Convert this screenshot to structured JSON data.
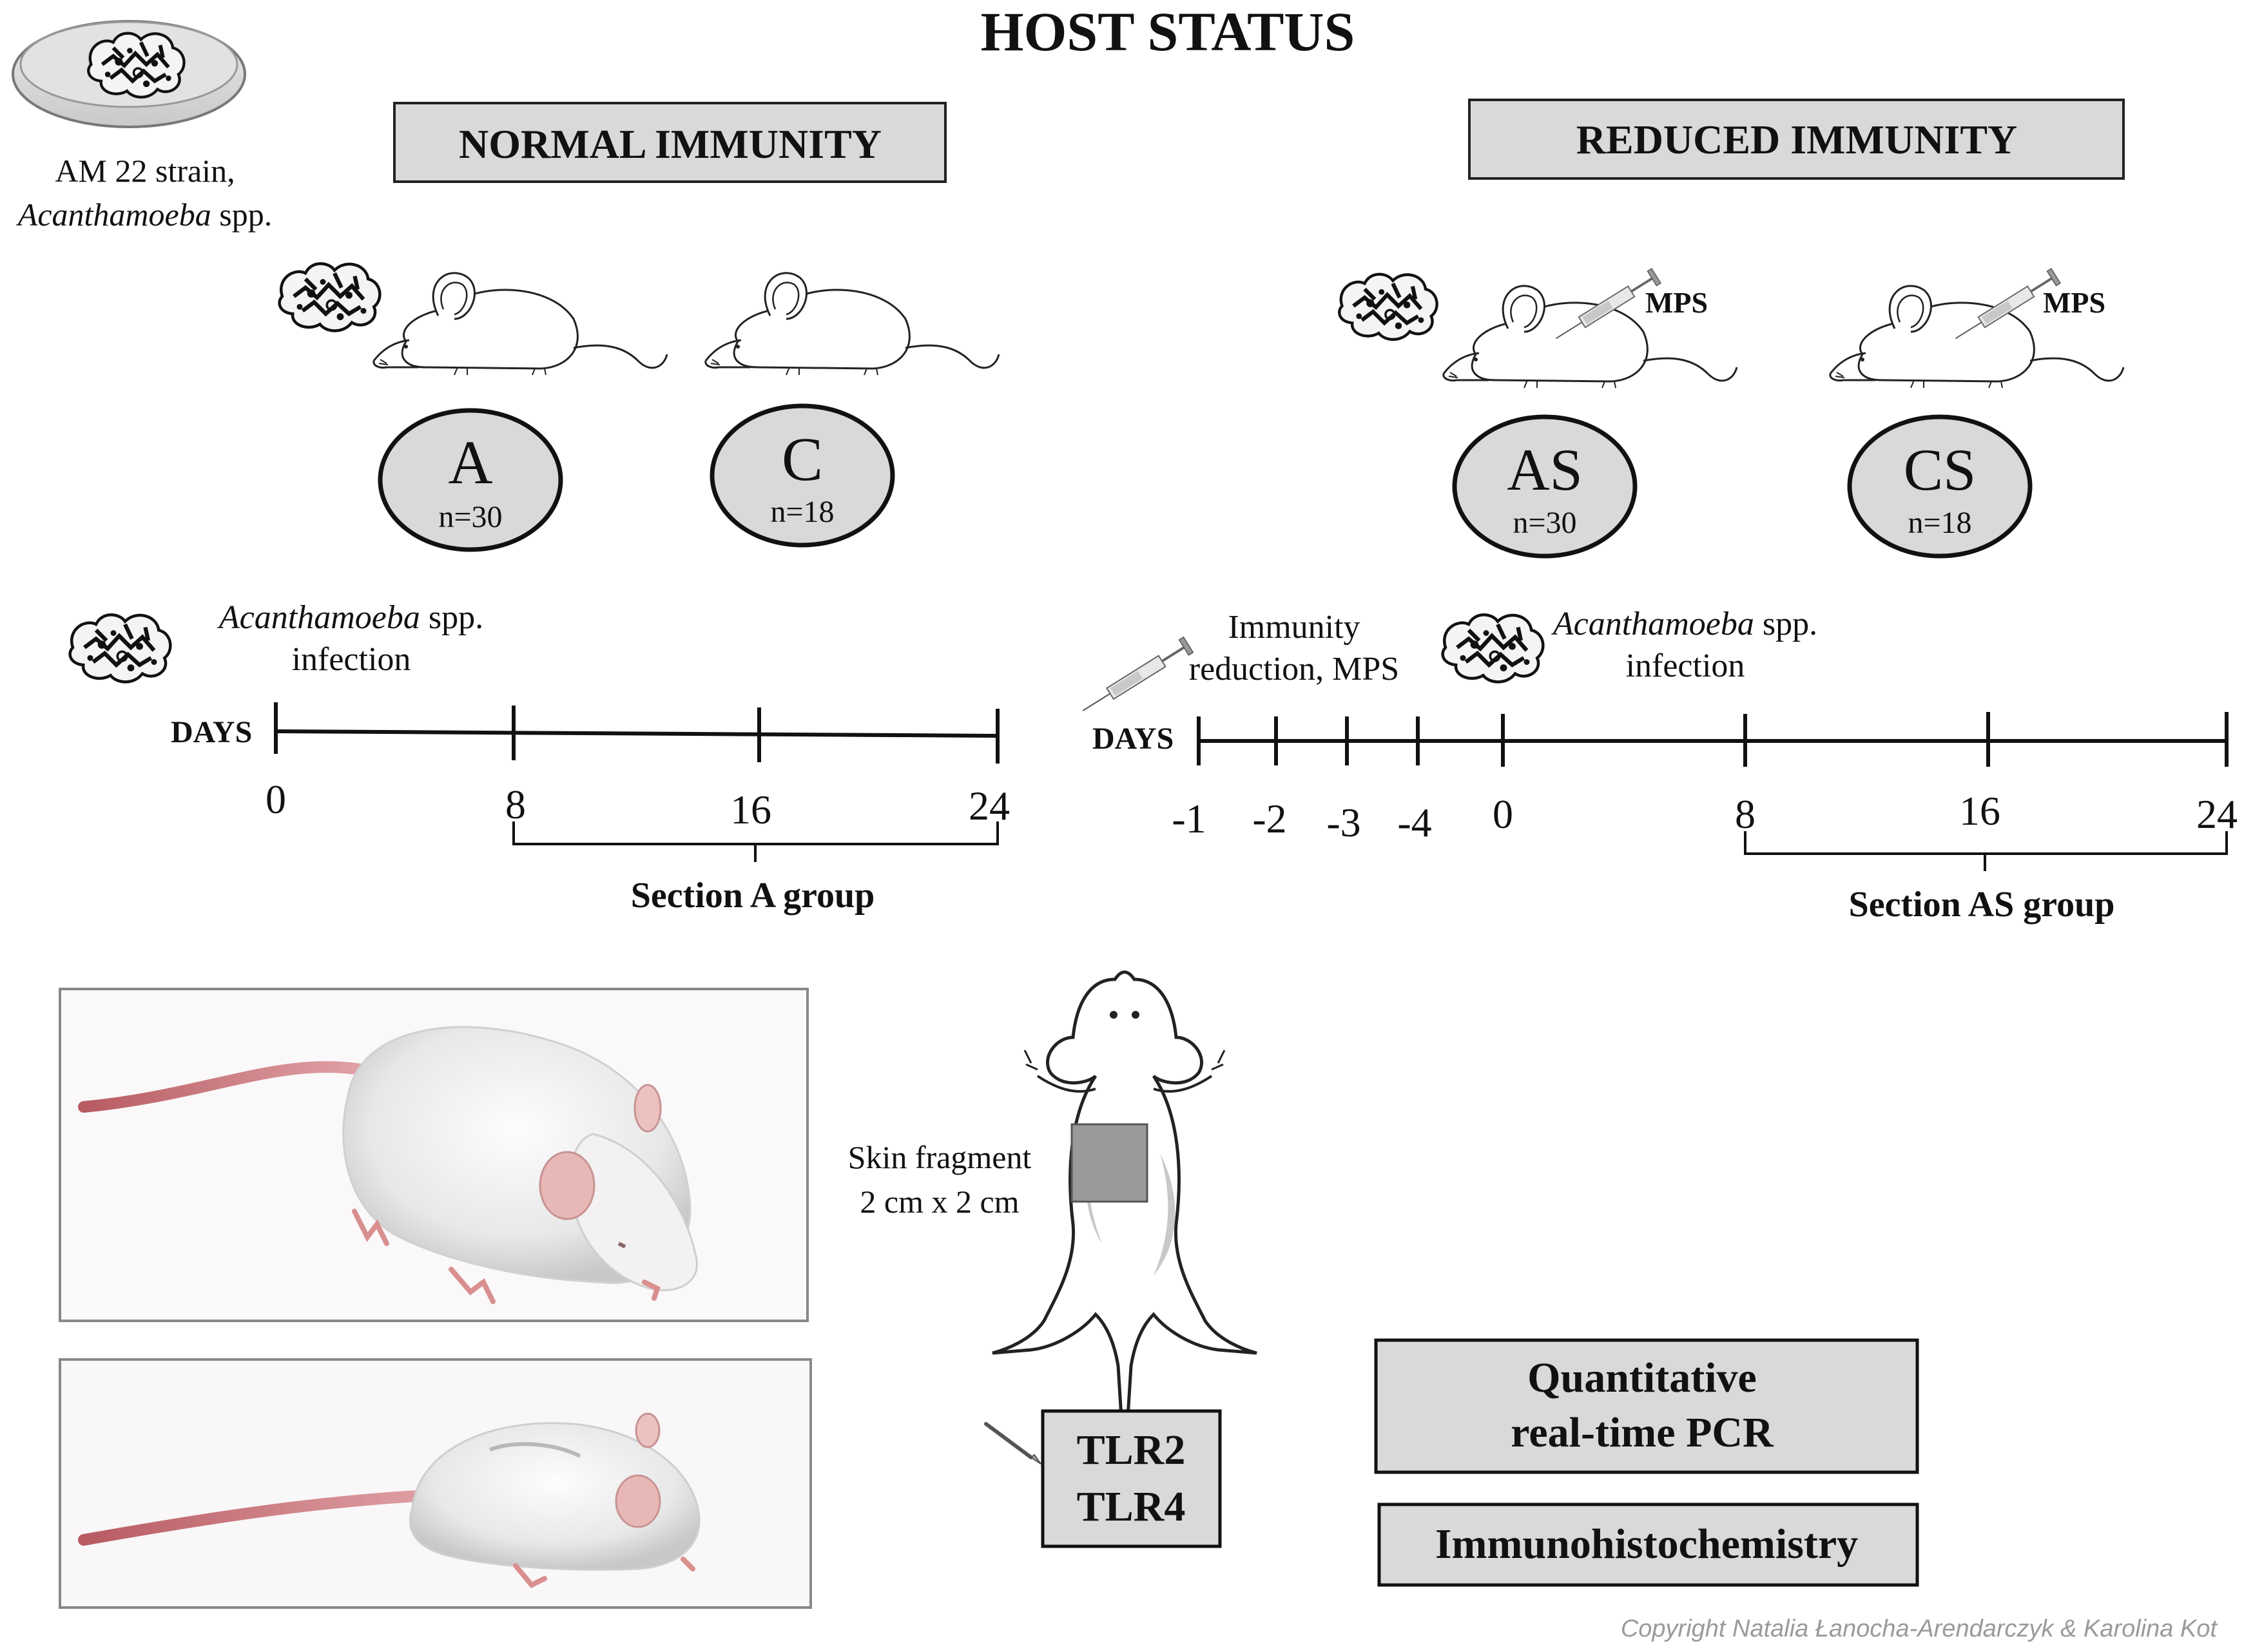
{
  "title": "HOST STATUS",
  "strain": {
    "line1": "AM 22 strain,",
    "line2_italic": "Acanthamoeba",
    "line2_rest": " spp."
  },
  "normal": {
    "header": "NORMAL IMMUNITY",
    "groups": [
      {
        "letter": "A",
        "n": "n=30"
      },
      {
        "letter": "C",
        "n": "n=18"
      }
    ],
    "infection_italic": "Acanthamoeba",
    "infection_rest": " spp.",
    "infection_line2": "infection",
    "days_label": "DAYS",
    "ticks": [
      "0",
      "8",
      "16",
      "24"
    ],
    "section": "Section  A group"
  },
  "reduced": {
    "header": "REDUCED IMMUNITY",
    "mps": "MPS",
    "groups": [
      {
        "letter": "AS",
        "n": "n=30"
      },
      {
        "letter": "CS",
        "n": "n=18"
      }
    ],
    "immunity_line1": "Immunity",
    "immunity_line2": "reduction, MPS",
    "infection_italic": "Acanthamoeba",
    "infection_rest": " spp.",
    "infection_line2": "infection",
    "days_label": "DAYS",
    "ticks": [
      "-1",
      "-2",
      "-3",
      "-4",
      "0",
      "8",
      "16",
      "24"
    ],
    "section": "Section  AS group"
  },
  "skin": {
    "line1": "Skin fragment",
    "line2": "2 cm x 2 cm"
  },
  "tlr": {
    "line1": "TLR2",
    "line2": "TLR4"
  },
  "methods": {
    "pcr_line1": "Quantitative",
    "pcr_line2": "real-time PCR",
    "ihc": "Immunohistochemistry"
  },
  "copyright": "Copyright Natalia Łanocha-Arendarczyk & Karolina Kot",
  "colors": {
    "box_fill": "#d9d9d9",
    "circle_fill": "#d9d9d9",
    "skin_patch": "#9a9a9a",
    "tail_pink": "#c97a7e"
  }
}
